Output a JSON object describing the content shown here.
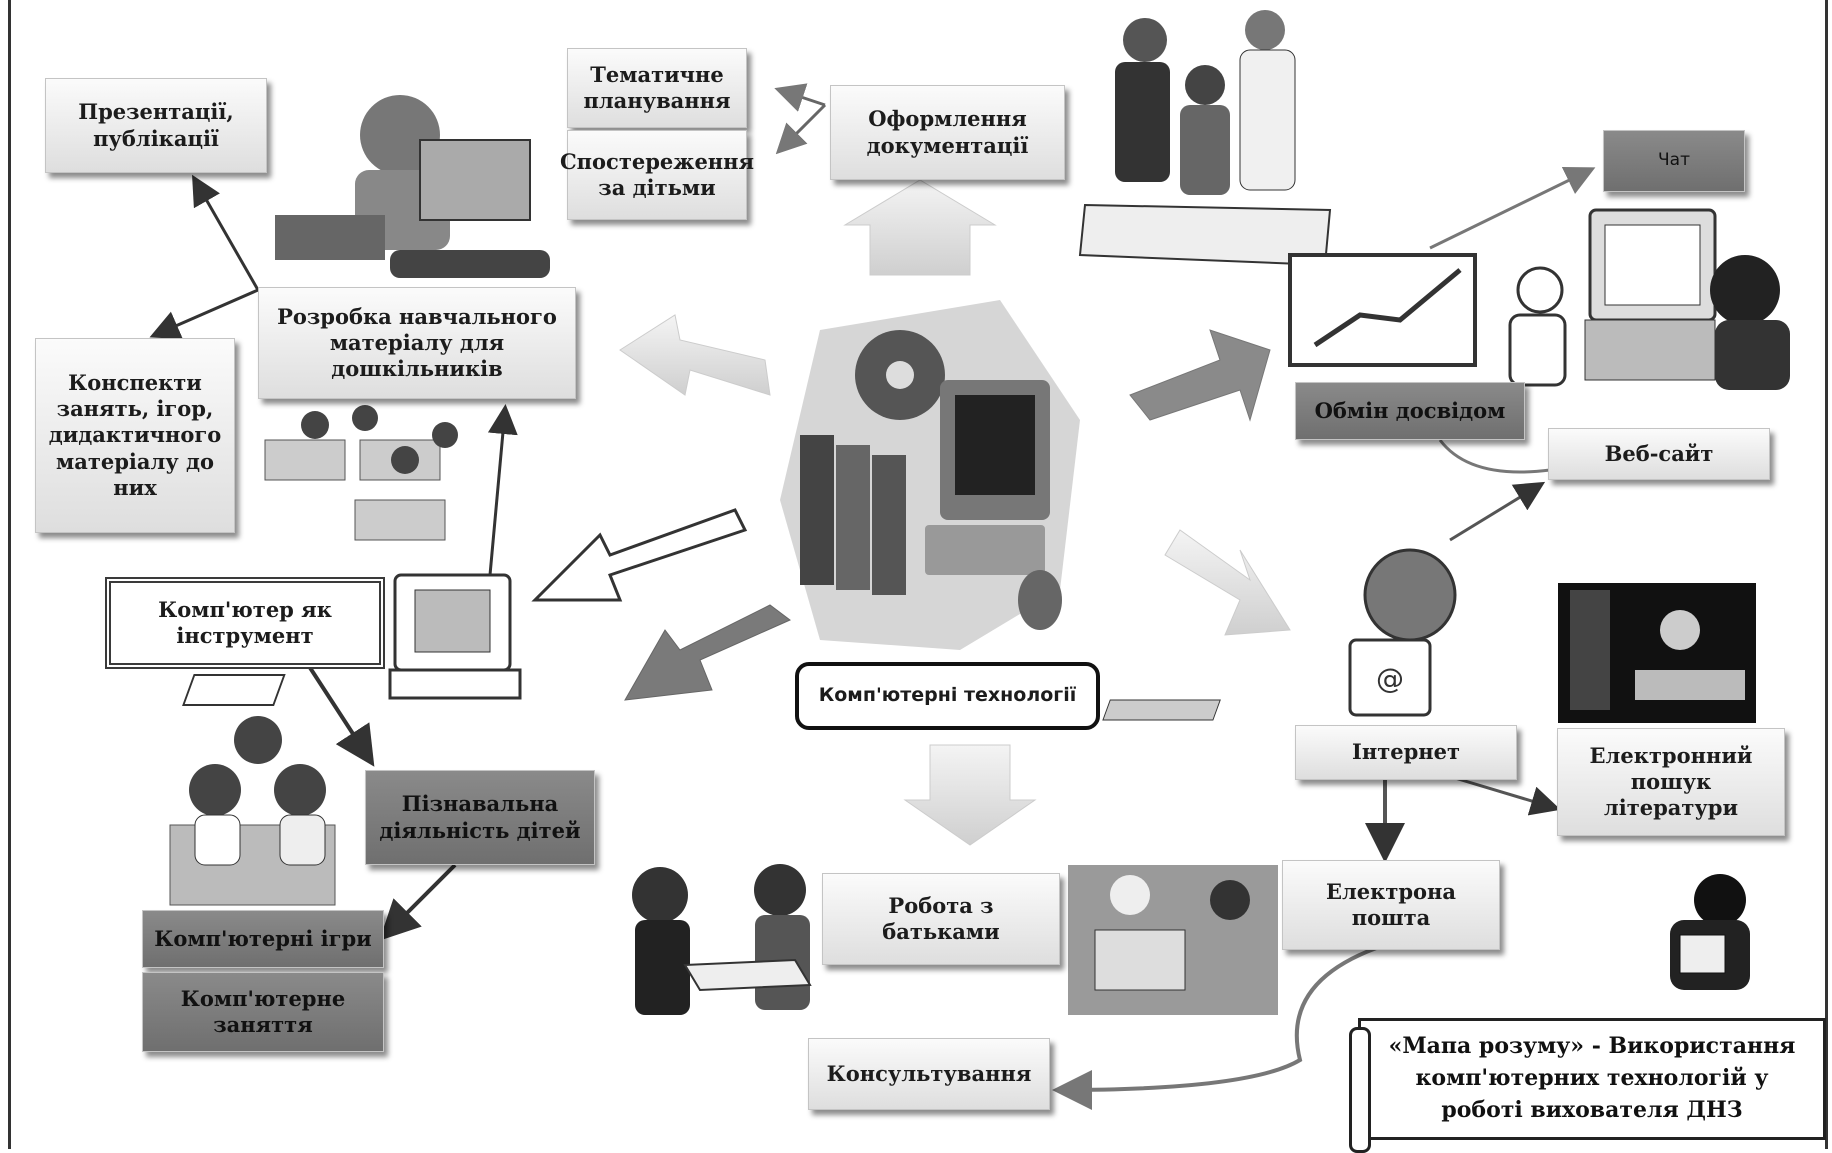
{
  "center": "Комп'ютерні технології",
  "boxes": {
    "thematic_planning": "Тематичне планування",
    "observation": "Спостереження за дітьми",
    "documentation": "Оформлення документації",
    "presentations": "Презентації, публікації",
    "development": "Розробка навчального матеріалу для дошкільників",
    "summaries": "Конспекти занять, ігор, дидактичного матеріалу до них",
    "computer_tool": "Комп'ютер як інструмент",
    "cognitive": "Пізнавальна діяльність дітей",
    "games": "Комп'ютерні ігри",
    "lesson": "Комп'ютерне заняття",
    "parents": "Робота з батьками",
    "consulting": "Консультування",
    "chat": "Чат",
    "experience": "Обмін досвідом",
    "website": "Веб-сайт",
    "internet": "Інтернет",
    "literature": "Електронний пошук літератури",
    "email": "Електрона пошта"
  },
  "caption": "«Мапа розуму» - Використання комп'ютерних технологій у роботі вихователя ДНЗ"
}
